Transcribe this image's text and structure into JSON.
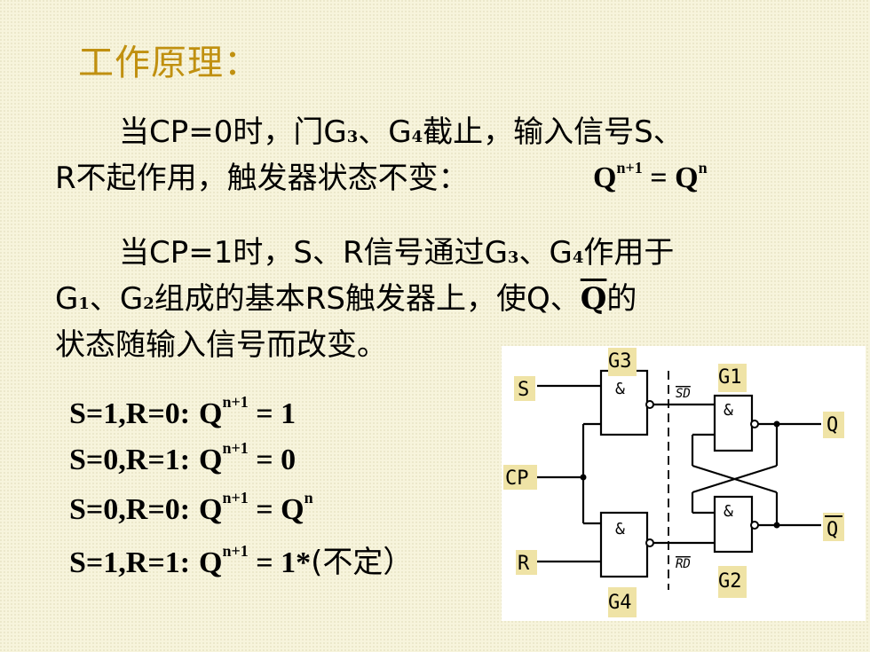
{
  "title": "工作原理：",
  "para1": {
    "line1_a": "当CP=0时，门G",
    "line1_sub1": "3",
    "line1_b": "、G",
    "line1_sub2": "4",
    "line1_c": "截止，输入信号S、",
    "line2": "R不起作用，触发器状态不变：",
    "eq_lhs": "Q",
    "eq_lhs_sup": "n+1",
    "eq_mid": " = Q",
    "eq_rhs_sup": "n"
  },
  "para2": {
    "line1_a": "当CP=1时，S、R信号通过G",
    "line1_sub1": "3",
    "line1_b": "、G",
    "line1_sub2": "4",
    "line1_c": "作用于",
    "line2_a": "G",
    "line2_sub1": "1",
    "line2_b": "、G",
    "line2_sub2": "2",
    "line2_c": "组成的基本RS触发器上，使Q、",
    "line2_qbar": "Q",
    "line2_d": "的",
    "line3": "状态随输入信号而改变。"
  },
  "cases": [
    {
      "cond": "S=1,R=0:",
      "q": "Q",
      "sup": "n+1",
      "rhs": " = 1"
    },
    {
      "cond": "S=0,R=1:",
      "q": "Q",
      "sup": "n+1",
      "rhs": " = 0"
    },
    {
      "cond": "S=0,R=0:",
      "q": "Q",
      "sup": "n+1",
      "rhs": " = Q",
      "rhs_sup": "n"
    },
    {
      "cond": "S=1,R=1:",
      "q": "Q",
      "sup": "n+1",
      "rhs": " = 1*",
      "note": "(不定）"
    }
  ],
  "circuit": {
    "in_s": "S",
    "in_cp": "CP",
    "in_r": "R",
    "g3": "G3",
    "g4": "G4",
    "g1": "G1",
    "g2": "G2",
    "and_sym": "&",
    "sd": "SD",
    "rd": "RD",
    "out_q": "Q",
    "out_qbar": "Q"
  }
}
